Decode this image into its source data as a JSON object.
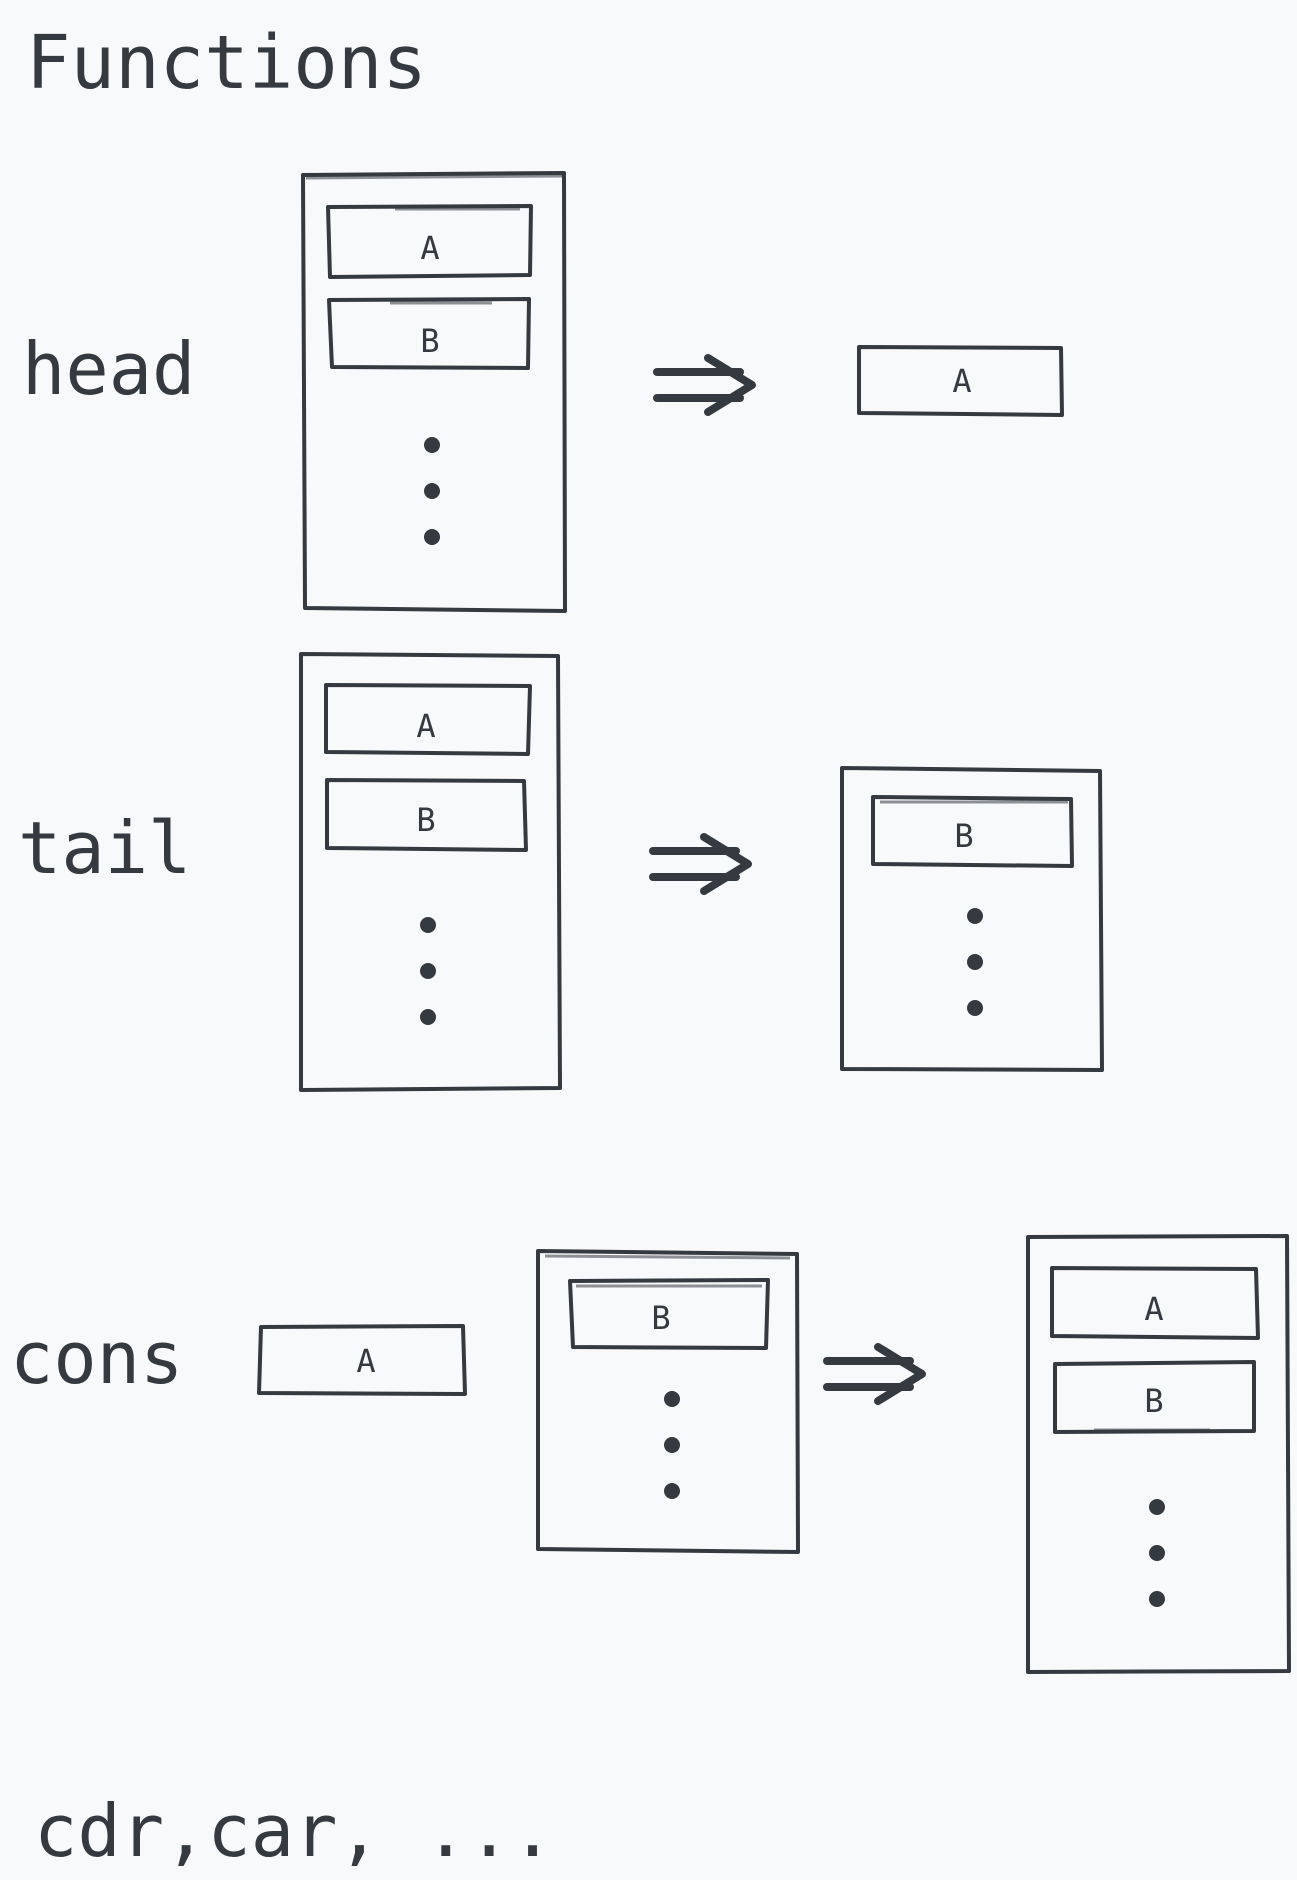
{
  "title": "Functions",
  "functions": [
    {
      "name": "head",
      "input_cells": [
        "A",
        "B"
      ],
      "output_cells": [
        "A"
      ]
    },
    {
      "name": "tail",
      "input_cells": [
        "A",
        "B"
      ],
      "output_cells": [
        "B"
      ]
    },
    {
      "name": "cons",
      "arg_cell": "A",
      "input_cells": [
        "B"
      ],
      "output_cells": [
        "A",
        "B"
      ]
    }
  ],
  "footer": "cdr,car, ..."
}
